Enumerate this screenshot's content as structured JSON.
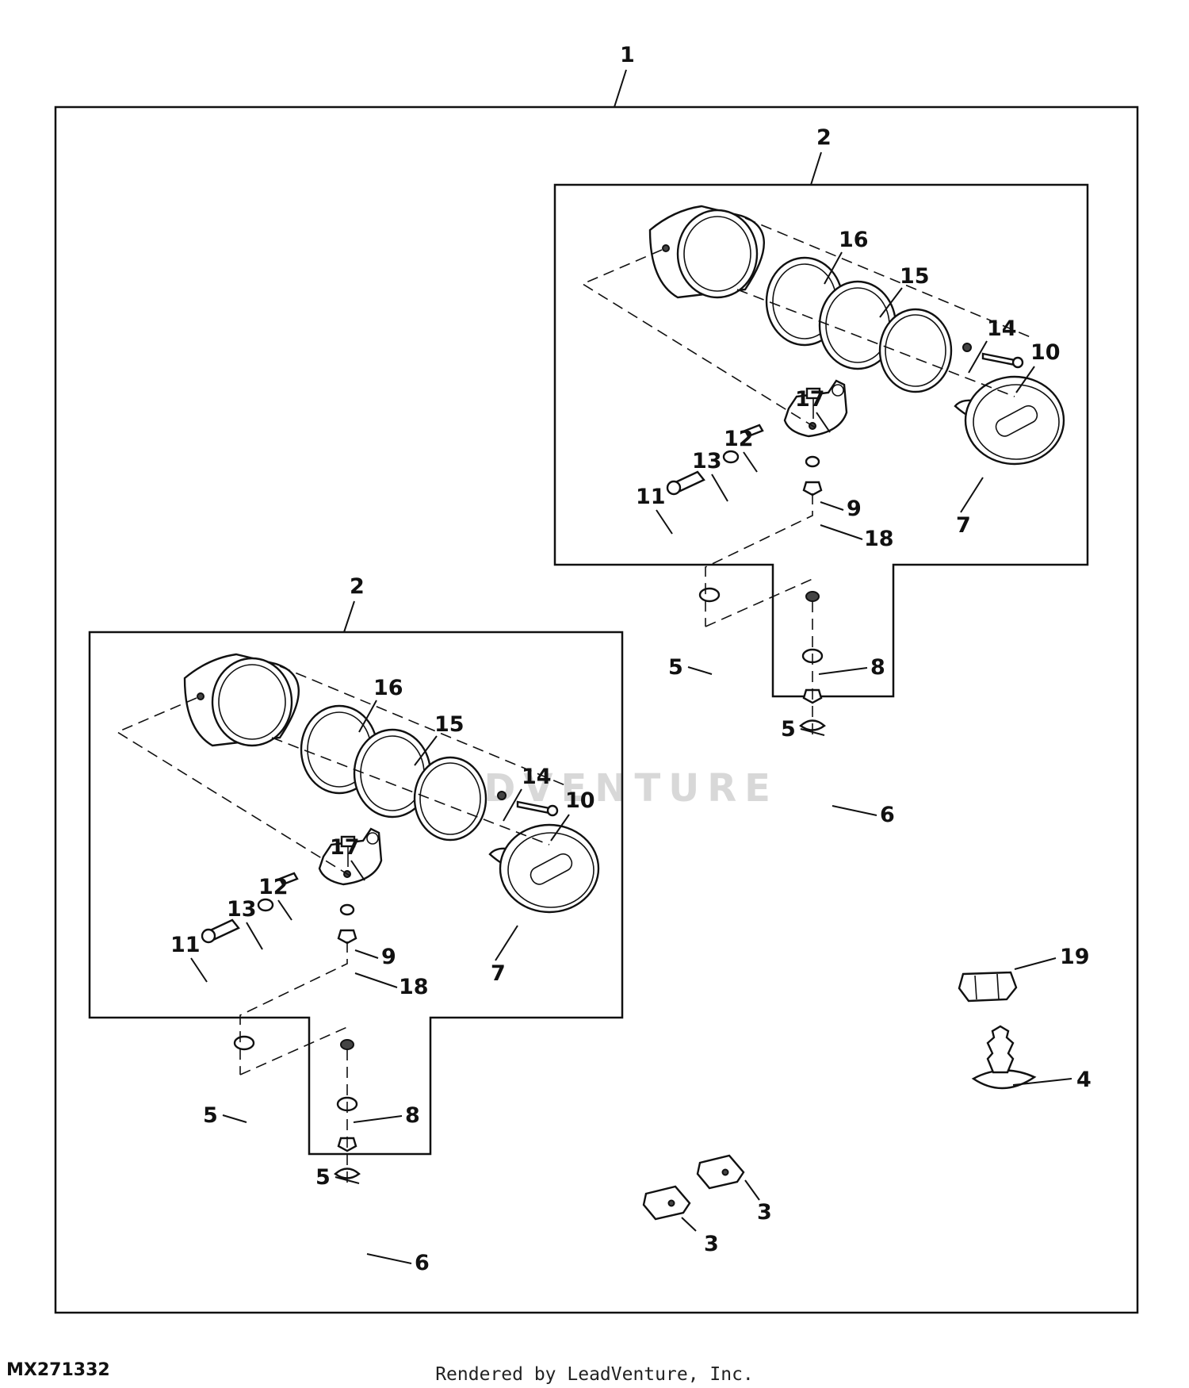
{
  "figure_id": "MX271332",
  "footer": "Rendered by LeadVenture, Inc.",
  "watermark": "LEADVENTURE",
  "callouts": {
    "c1": "1",
    "c2": "2",
    "c3": "3",
    "c4": "4",
    "c5": "5",
    "c6": "6",
    "c7": "7",
    "c8": "8",
    "c9": "9",
    "c10": "10",
    "c11": "11",
    "c12": "12",
    "c13": "13",
    "c14": "14",
    "c15": "15",
    "c16": "16",
    "c17": "17",
    "c18": "18",
    "c19": "19"
  }
}
